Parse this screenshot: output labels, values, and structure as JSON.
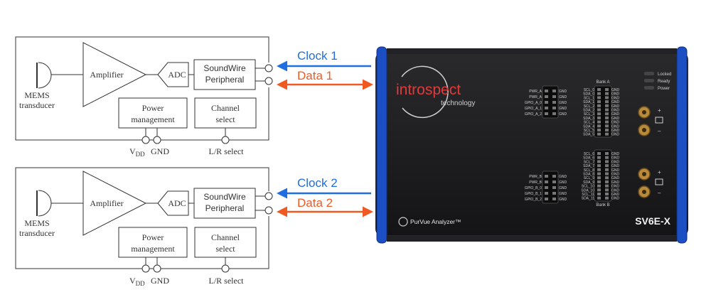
{
  "colors": {
    "clock": "#1f6fe0",
    "data": "#f05a22",
    "line": "#333333",
    "device_body": "#1c1c1e",
    "device_trim": "#1d4fc4"
  },
  "top_block": {
    "transducer_label_1": "MEMS",
    "transducer_label_2": "transducer",
    "amplifier": "Amplifier",
    "adc": "ADC",
    "soundwire_1": "SoundWire",
    "soundwire_2": "Peripheral",
    "power_1": "Power",
    "power_2": "management",
    "channel_1": "Channel",
    "channel_2": "select",
    "vdd": "V",
    "vdd_sub": "DD",
    "gnd": "GND",
    "lr": "L/R select"
  },
  "bottom_block": {
    "transducer_label_1": "MEMS",
    "transducer_label_2": "transducer",
    "amplifier": "Amplifier",
    "adc": "ADC",
    "soundwire_1": "SoundWire",
    "soundwire_2": "Peripheral",
    "power_1": "Power",
    "power_2": "management",
    "channel_1": "Channel",
    "channel_2": "select",
    "vdd": "V",
    "vdd_sub": "DD",
    "gnd": "GND",
    "lr": "L/R select"
  },
  "links": {
    "clock1": "Clock 1",
    "data1": "Data 1",
    "clock2": "Clock 2",
    "data2": "Data 2"
  },
  "device": {
    "brand": "introspect",
    "brand_sub": "technology",
    "product": "PurVue Analyzer™",
    "model": "SV6E-X",
    "leds": [
      "Locked",
      "Ready",
      "Power"
    ],
    "bank_a": "Bank A",
    "bank_b": "Bank B",
    "pwr_top": [
      "PWR_A",
      "PWR_A",
      "GPIO_A_0",
      "GPIO_A_1",
      "GPIO_A_2"
    ],
    "pwr_bottom": [
      "PWR_B",
      "PWR_B",
      "GPIO_B_0",
      "GPIO_B_1",
      "GPIO_B_2"
    ],
    "bank_a_pins": [
      "SCL_0",
      "SDA_0",
      "SCL_1",
      "SDA_1",
      "SCL_2",
      "SDA_2",
      "SCL_3",
      "SDA_3",
      "SCL_4",
      "SDA_4",
      "SCL_5",
      "SDA_5"
    ],
    "bank_b_pins": [
      "SCL_6",
      "SDA_6",
      "SCL_7",
      "SDA_7",
      "SCL_8",
      "SDA_8",
      "SCL_9",
      "SDA_9",
      "SCL_10",
      "SDA_10",
      "SCL_11",
      "SDA_11"
    ],
    "gnd": "GND"
  }
}
